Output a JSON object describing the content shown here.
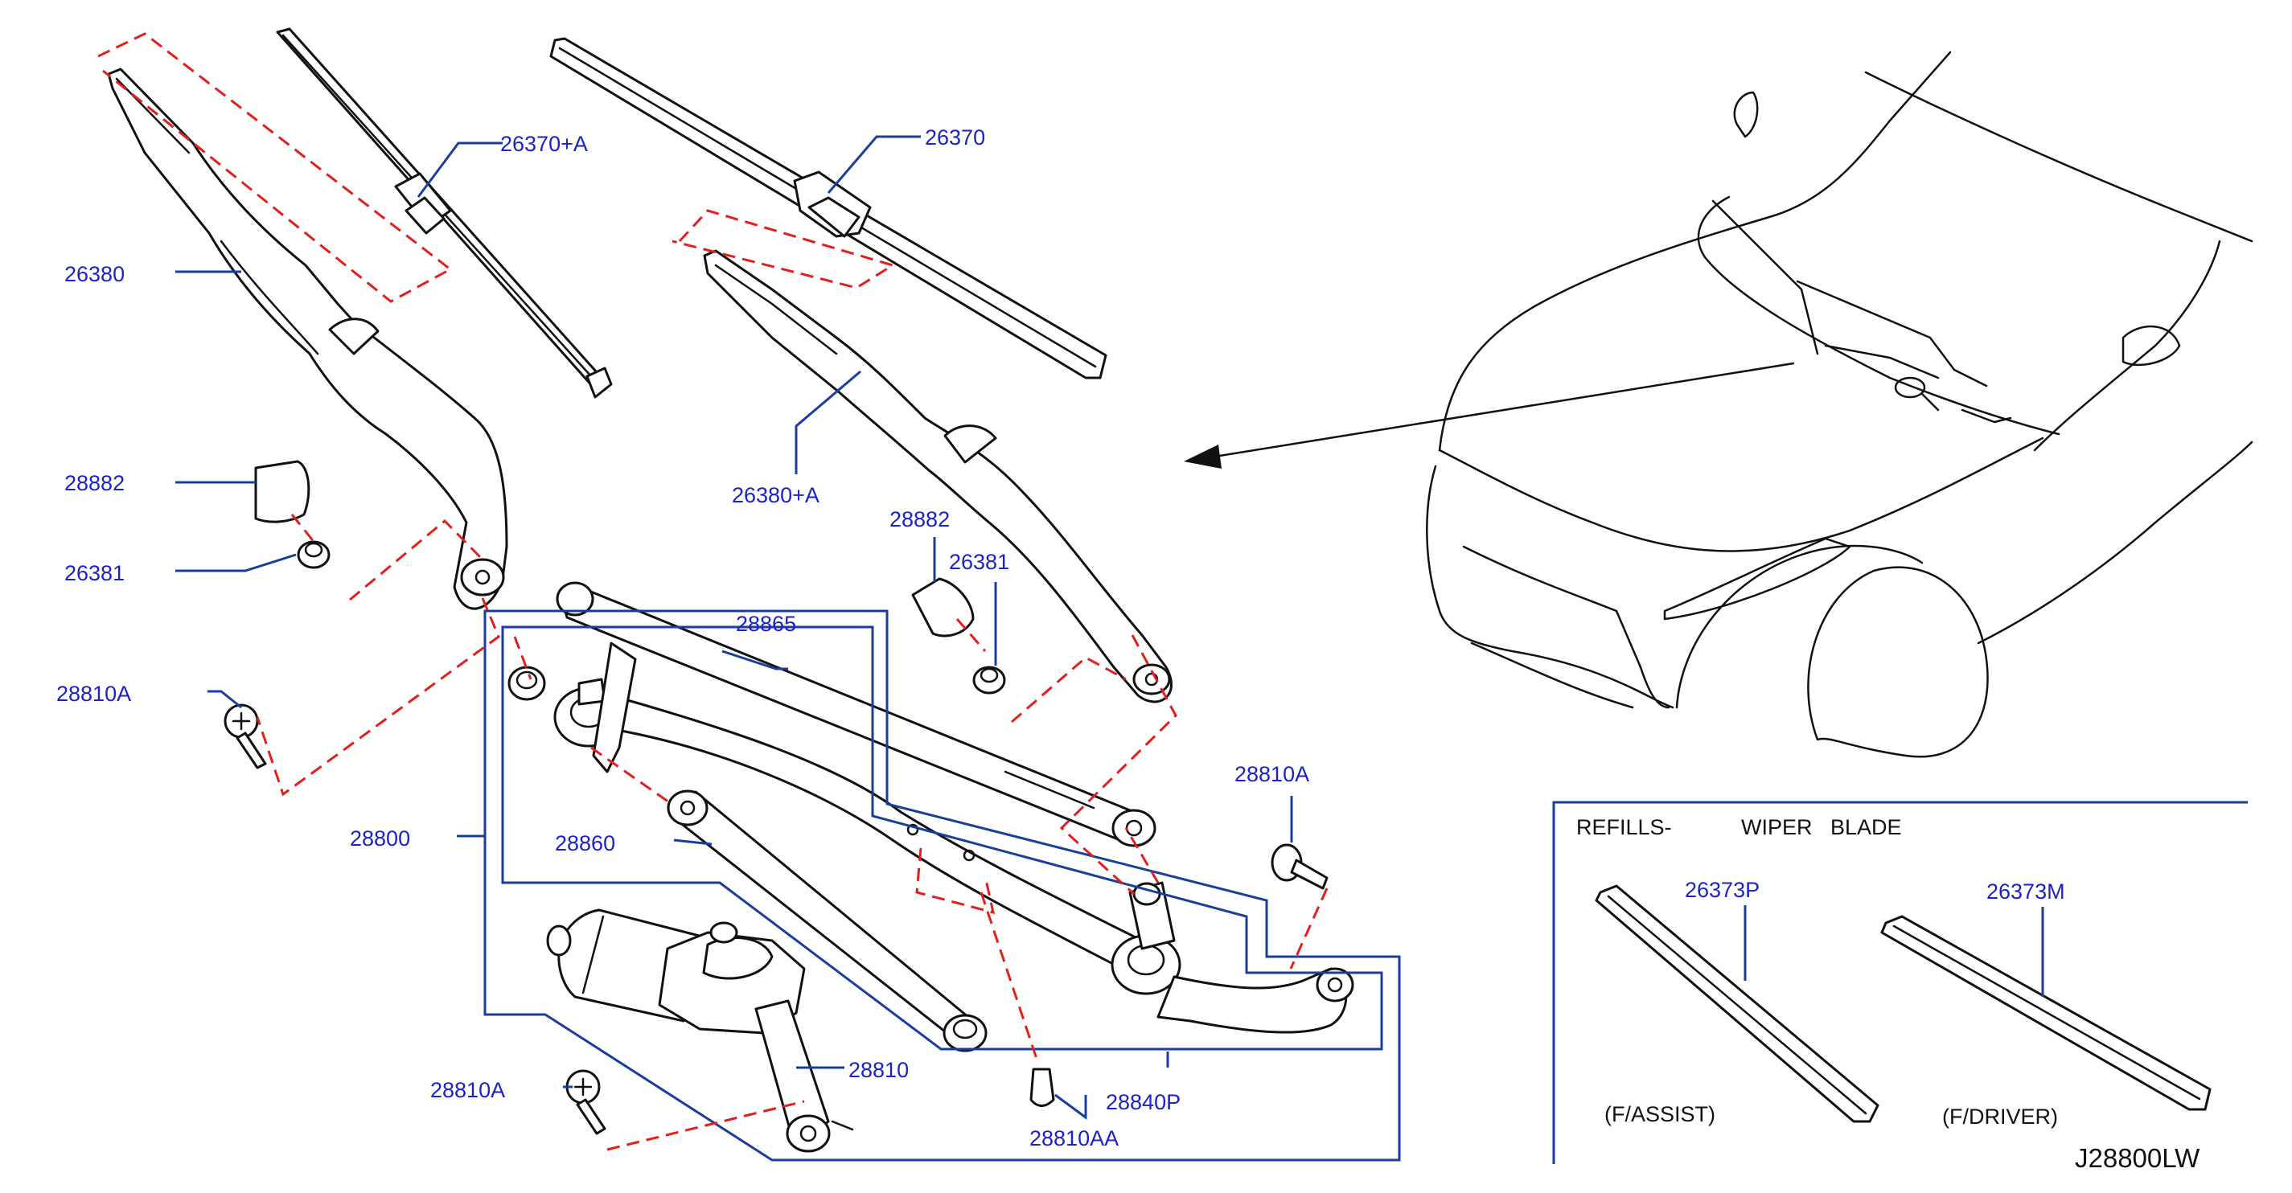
{
  "labels": {
    "p26370A": "26370+A",
    "p26370": "26370",
    "p26380": "26380",
    "p26380A": "26380+A",
    "p28882L": "28882",
    "p26381L": "26381",
    "p28882R": "28882",
    "p26381R": "26381",
    "p28865": "28865",
    "p28810A_left": "28810A",
    "p28810A_right": "28810A",
    "p28800": "28800",
    "p28860": "28860",
    "p28810": "28810",
    "p28810A_bottom": "28810A",
    "p28840P": "28840P",
    "p28810AA": "28810AA",
    "p26373P": "26373P",
    "p26373M": "26373M"
  },
  "refills": {
    "heading_left": "REFILLS-",
    "heading_right": "WIPER   BLADE",
    "assist": "(F/ASSIST)",
    "driver": "(F/DRIVER)"
  },
  "diagram_code": "J28800LW",
  "colors": {
    "part_number": "#1b22c8",
    "leader": "#1a3e9c",
    "link_dash": "#e0201c",
    "outline": "#111111"
  }
}
